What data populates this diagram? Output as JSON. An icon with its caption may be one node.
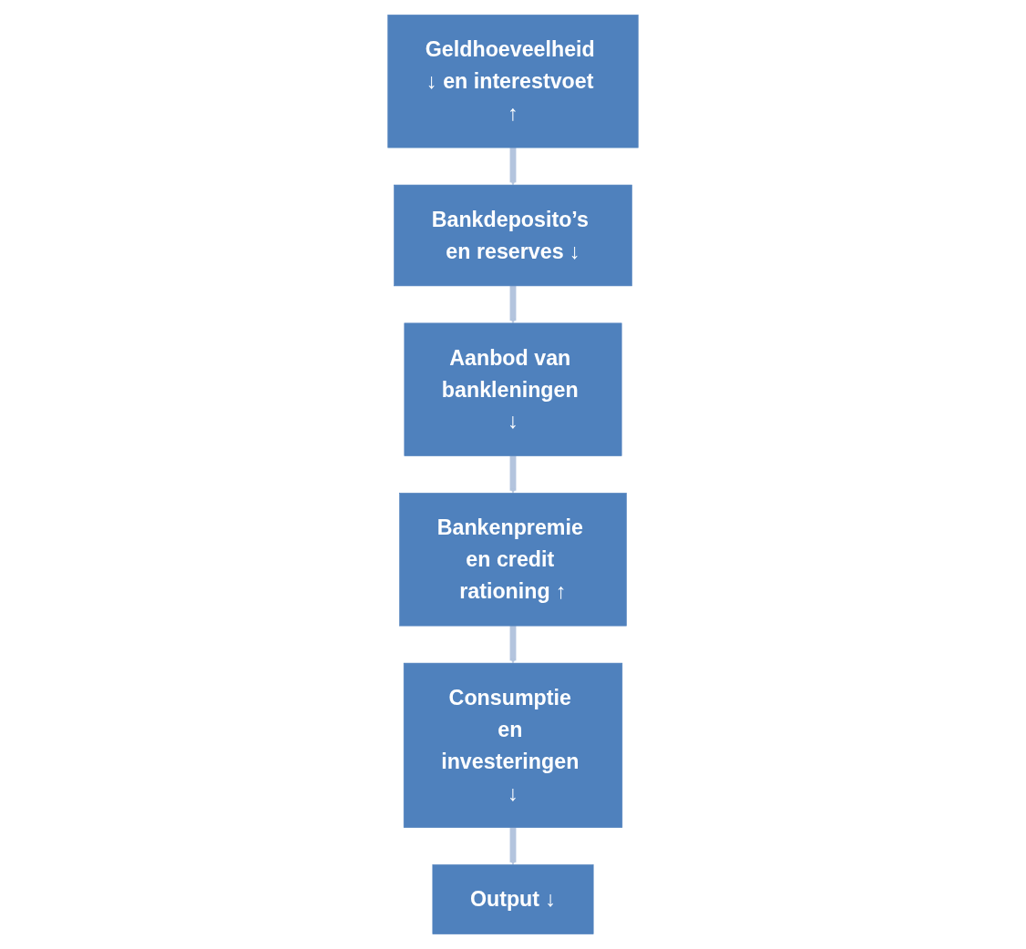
{
  "diagram": {
    "nodes": [
      {
        "text": [
          "Geldhoeveelheid ↓ en interestvoet ↑"
        ]
      },
      {
        "text": [
          "Bankdeposito’s en reserves ↓"
        ]
      },
      {
        "text": [
          "Aanbod van bankleningen ↓"
        ]
      },
      {
        "text": [
          "Bankenpremie en credit rationing ↑"
        ]
      },
      {
        "text": [
          "Consumptie en investeringen ↓"
        ]
      },
      {
        "text": [
          "Output ↓"
        ]
      }
    ],
    "edges": [
      {
        "from": 0,
        "to": 1,
        "arrow": "to"
      },
      {
        "from": 1,
        "to": 2,
        "arrow": "to"
      },
      {
        "from": 2,
        "to": 3,
        "arrow": "to"
      },
      {
        "from": 3,
        "to": 4,
        "arrow": "to"
      },
      {
        "from": 4,
        "to": 5,
        "arrow": "to"
      }
    ]
  }
}
